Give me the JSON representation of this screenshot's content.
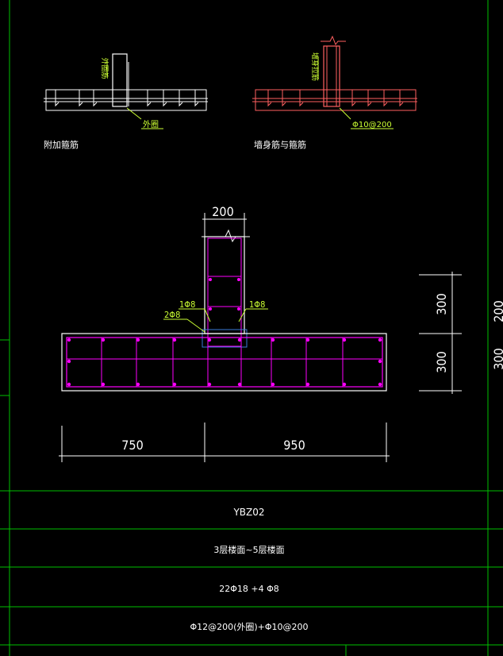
{
  "drawing": {
    "detail_left": {
      "vertical_label": "外圈筋",
      "callout": "外圈",
      "caption": "附加箍筋"
    },
    "detail_right": {
      "vertical_label": "墙身拉筋",
      "callout": "Φ10@200",
      "caption": "墙身筋与箍筋"
    },
    "section": {
      "dim_top": "200",
      "dim_left": "750",
      "dim_right": "950",
      "dim_v_upper": "300",
      "dim_v_lower": "300",
      "edge_label": "200",
      "edge_label_2": "300",
      "rebar_labels": [
        "1Φ8",
        "1Φ8",
        "2Φ8"
      ]
    }
  },
  "table": {
    "rows": [
      "YBZ02",
      "3层楼面~5层楼面",
      "22Φ18 +4 Φ8",
      "Φ12@200(外圈)+Φ10@200"
    ]
  },
  "colors": {
    "frame": "#00c000",
    "rebar": "#ff00ff",
    "dimension": "#ffffff",
    "label": "#ccff33",
    "red_detail": "#ff6060",
    "blue_box": "#3a7ad9"
  }
}
